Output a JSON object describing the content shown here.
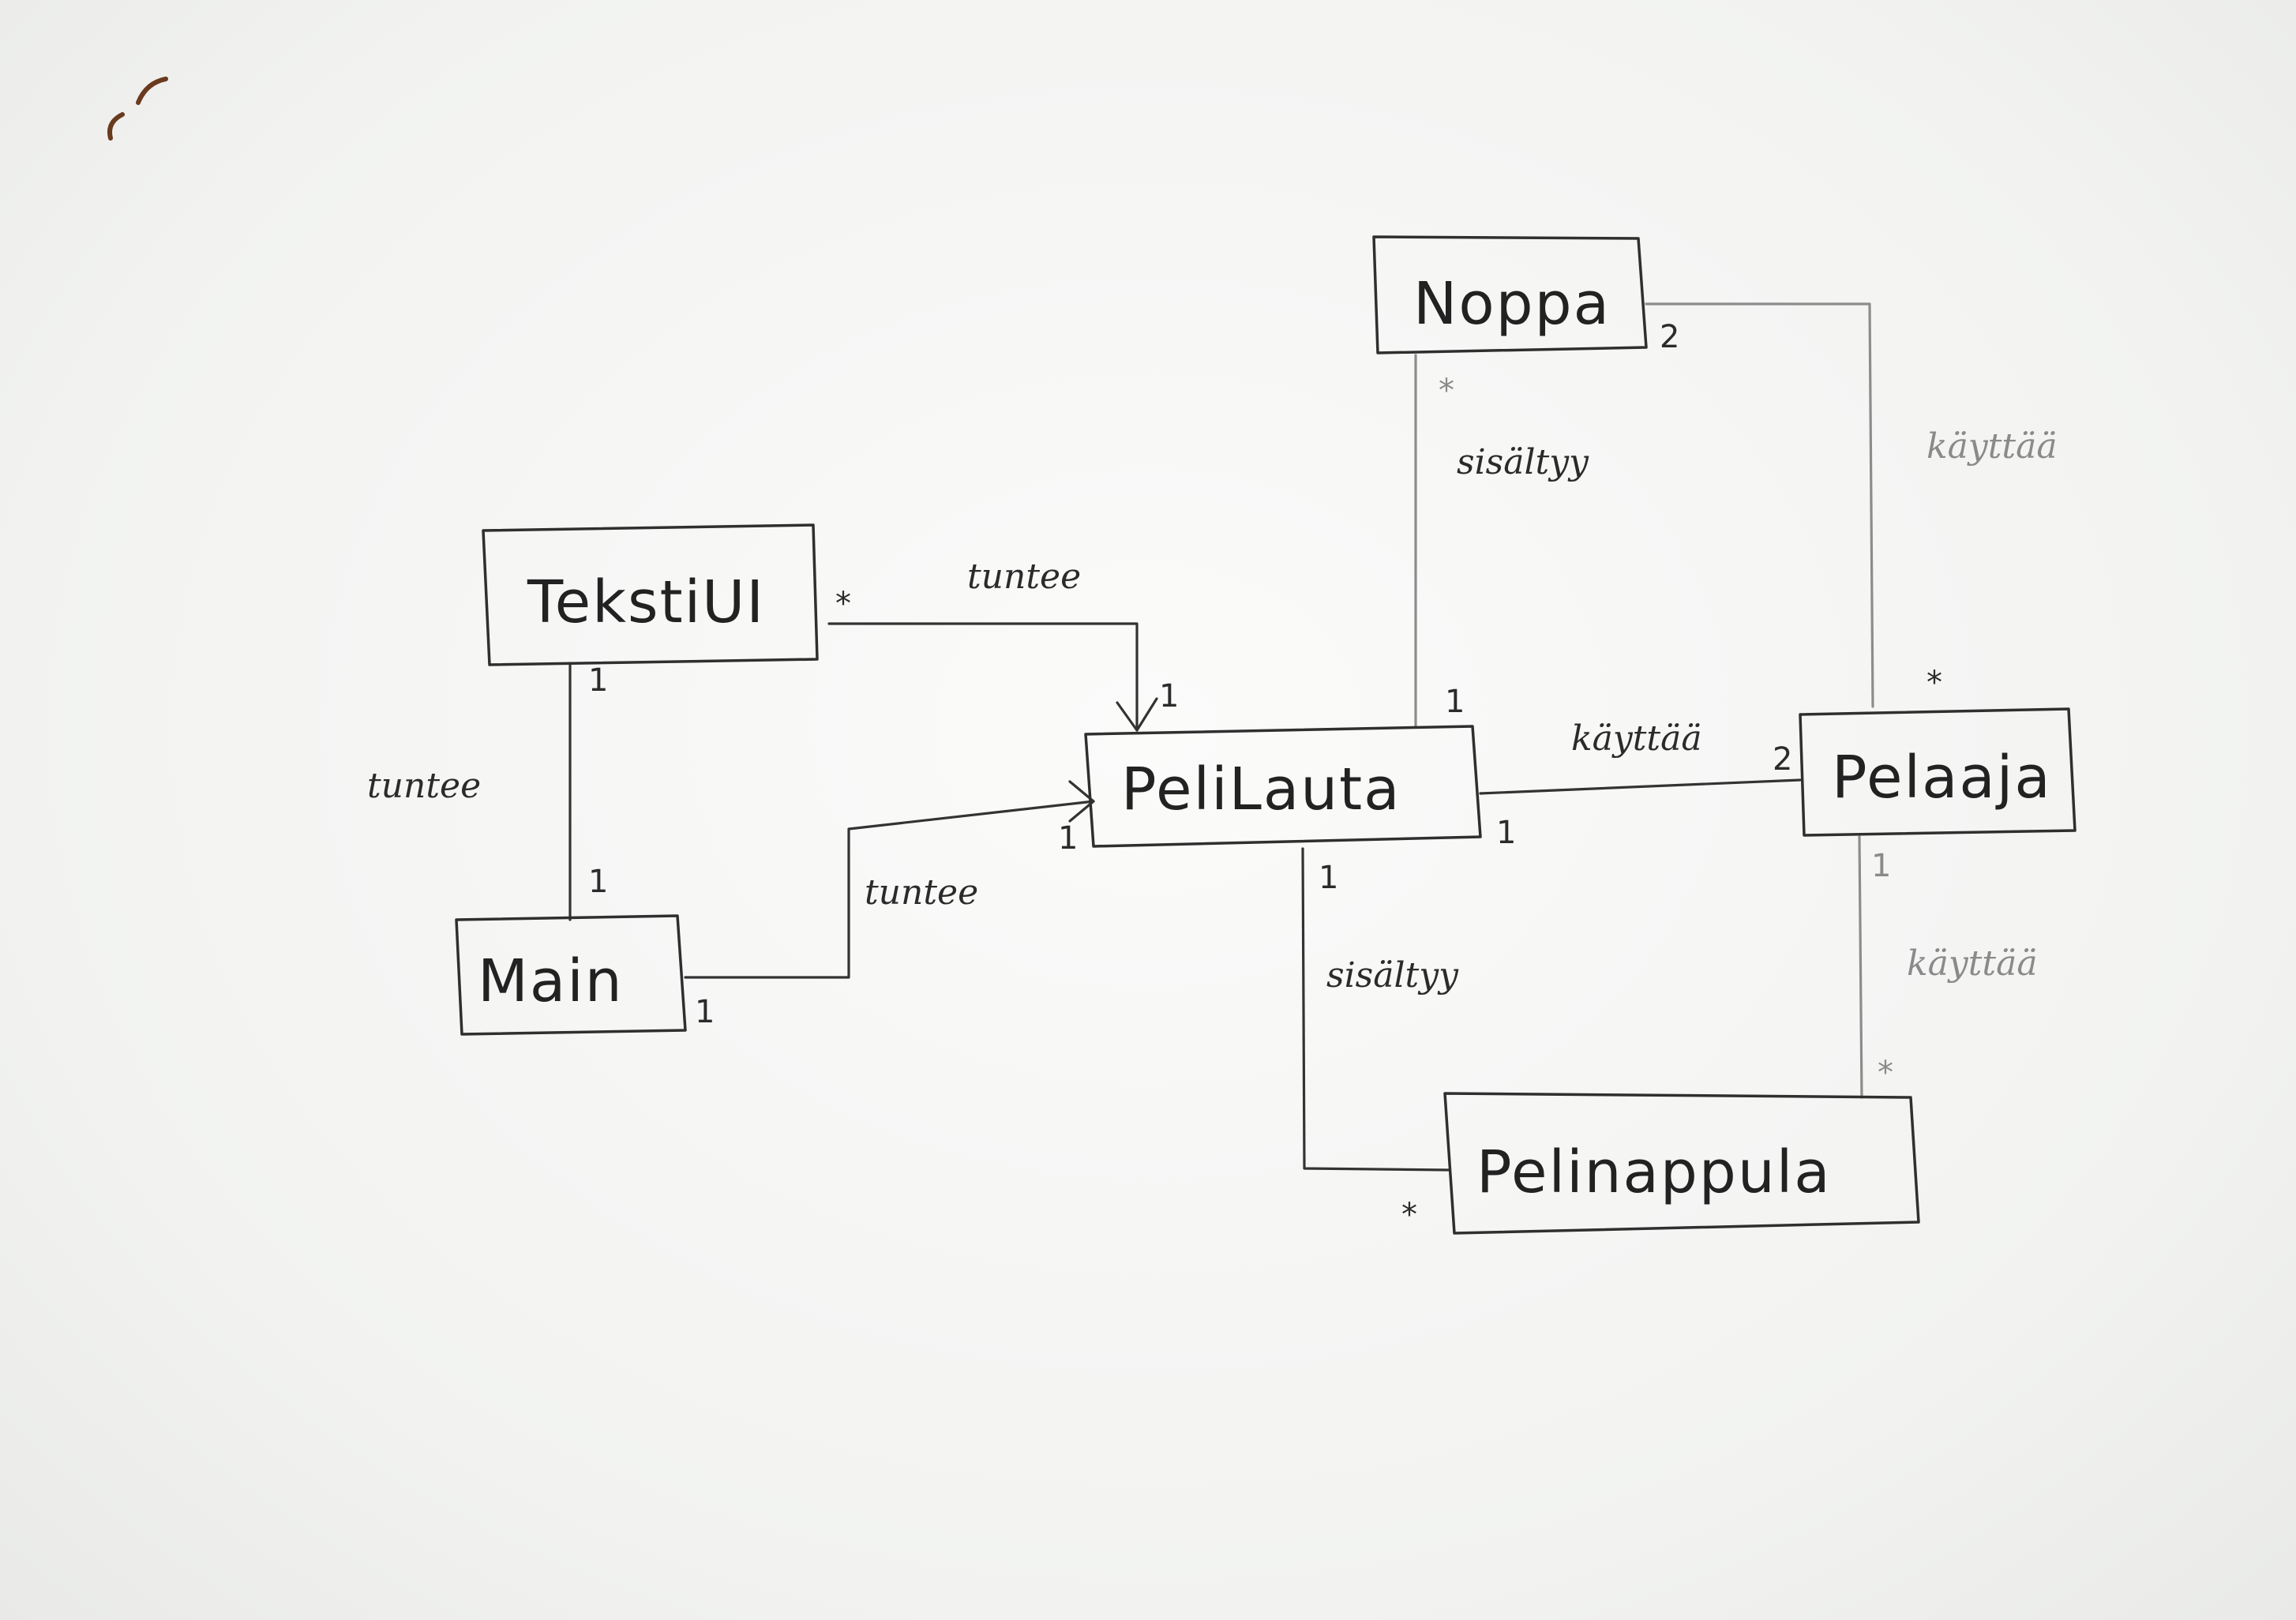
{
  "classes": {
    "tekstiui": "TekstiUI",
    "main": "Main",
    "pelilauta": "PeliLauta",
    "noppa": "Noppa",
    "pelaaja": "Pelaaja",
    "pelinappula": "Pelinappula"
  },
  "associations": {
    "tekstiui_pelilauta": {
      "label": "tuntee",
      "mult_source": "*",
      "mult_target": "1"
    },
    "tekstiui_main": {
      "label": "tuntee",
      "mult_tekstiui": "1",
      "mult_main": "1"
    },
    "main_pelilauta": {
      "label": "tuntee",
      "mult_source": "1",
      "mult_target": "1"
    },
    "pelilauta_noppa": {
      "label": "sisältyy",
      "mult_noppa": "*",
      "mult_pelilauta": "1"
    },
    "pelilauta_pelaaja": {
      "label": "käyttää",
      "mult_pelilauta": "1",
      "mult_pelaaja": "2"
    },
    "pelilauta_pelinappula": {
      "label": "sisältyy",
      "mult_pelilauta": "1",
      "mult_pelinappula": "*"
    },
    "noppa_pelaaja": {
      "label": "käyttää",
      "mult_noppa": "2",
      "mult_pelaaja": "*"
    },
    "pelaaja_pelinappula": {
      "label": "käyttää",
      "mult_pelaaja": "1",
      "mult_pelinappula": "*"
    }
  },
  "colors": {
    "ink": "#2f2f2f",
    "faint_ink": "#8c8c8c",
    "paper": "#f7f7f5"
  }
}
